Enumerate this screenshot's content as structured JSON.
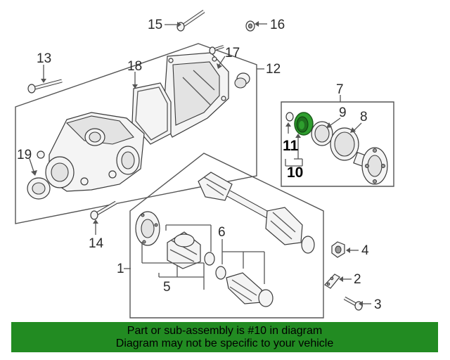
{
  "labels": {
    "c1": "1",
    "c2": "2",
    "c3": "3",
    "c4": "4",
    "c5": "5",
    "c6": "6",
    "c7": "7",
    "c8": "8",
    "c9": "9",
    "c10": "10",
    "c11": "11",
    "c12": "12",
    "c13": "13",
    "c14": "14",
    "c15": "15",
    "c16": "16",
    "c17": "17",
    "c18": "18",
    "c19": "19"
  },
  "highlight": {
    "color": "#2e9e2e",
    "part": "10"
  },
  "banner": {
    "background": "#228b22",
    "line1": "Part or sub-assembly is #10 in diagram",
    "line2": "Diagram may not be specific to your vehicle"
  }
}
